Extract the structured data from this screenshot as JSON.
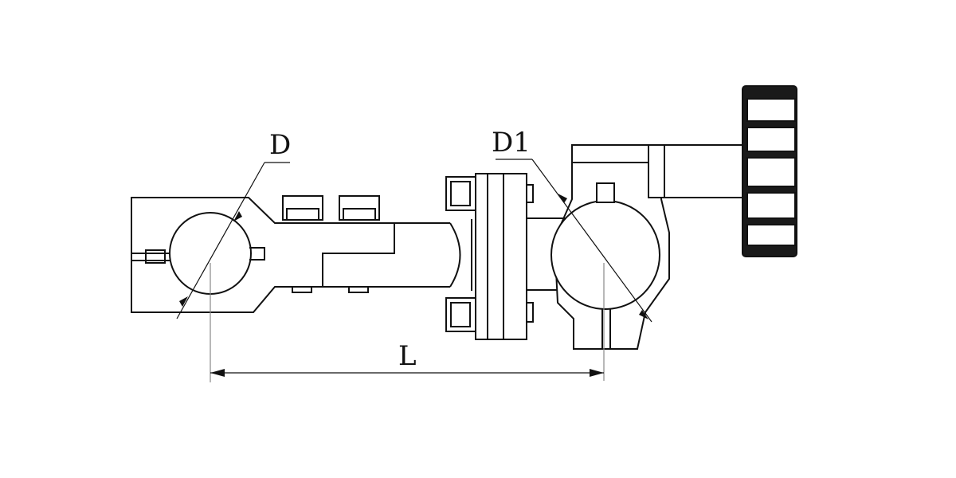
{
  "labels": {
    "diameter_left": "D",
    "diameter_right": "D1",
    "center_distance": "L"
  }
}
